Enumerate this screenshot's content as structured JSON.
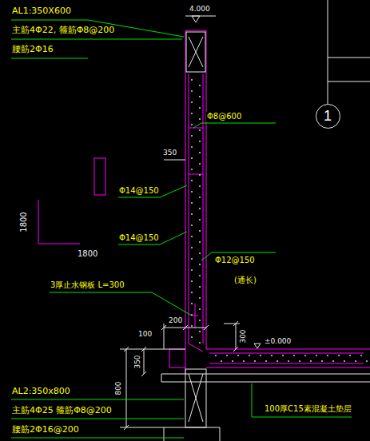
{
  "diagram": {
    "nodes": [
      {
        "text": [
          "1"
        ]
      }
    ],
    "labels": [
      "4.000",
      "AL1:350X600",
      "主筋4Φ22, 箍筋Φ8@200",
      "腰筋2Φ16",
      "Φ8@600",
      "350",
      "1800",
      "1800",
      "Φ14@150",
      "Φ14@150",
      "Φ12@150",
      "(通长)",
      "3厚止水钢板 L=300",
      "100",
      "200",
      "300",
      "±0.000",
      "350",
      "800",
      "AL2:350x800",
      "主筋4Φ25 箍筋Φ8@200",
      "腰筋2Φ16@200",
      "100厚C15素混凝土垫层"
    ]
  }
}
